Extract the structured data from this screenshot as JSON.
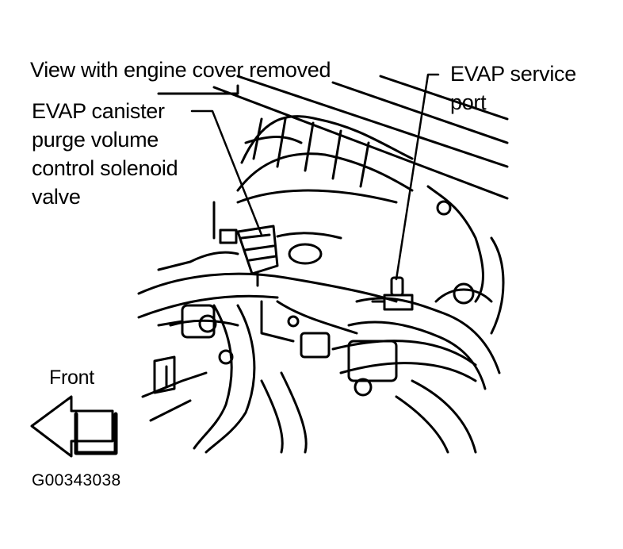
{
  "diagram": {
    "title": "View with engine cover removed",
    "callouts": [
      {
        "id": "solenoid",
        "lines": [
          "EVAP canister",
          "purge volume",
          "control solenoid",
          "valve"
        ]
      },
      {
        "id": "port",
        "lines": [
          "EVAP service",
          "port"
        ]
      }
    ],
    "direction_label": "Front",
    "direction_icon": "left-arrow-icon",
    "figure_id": "G00343038"
  },
  "colors": {
    "ink": "#000000",
    "paper": "#ffffff"
  }
}
